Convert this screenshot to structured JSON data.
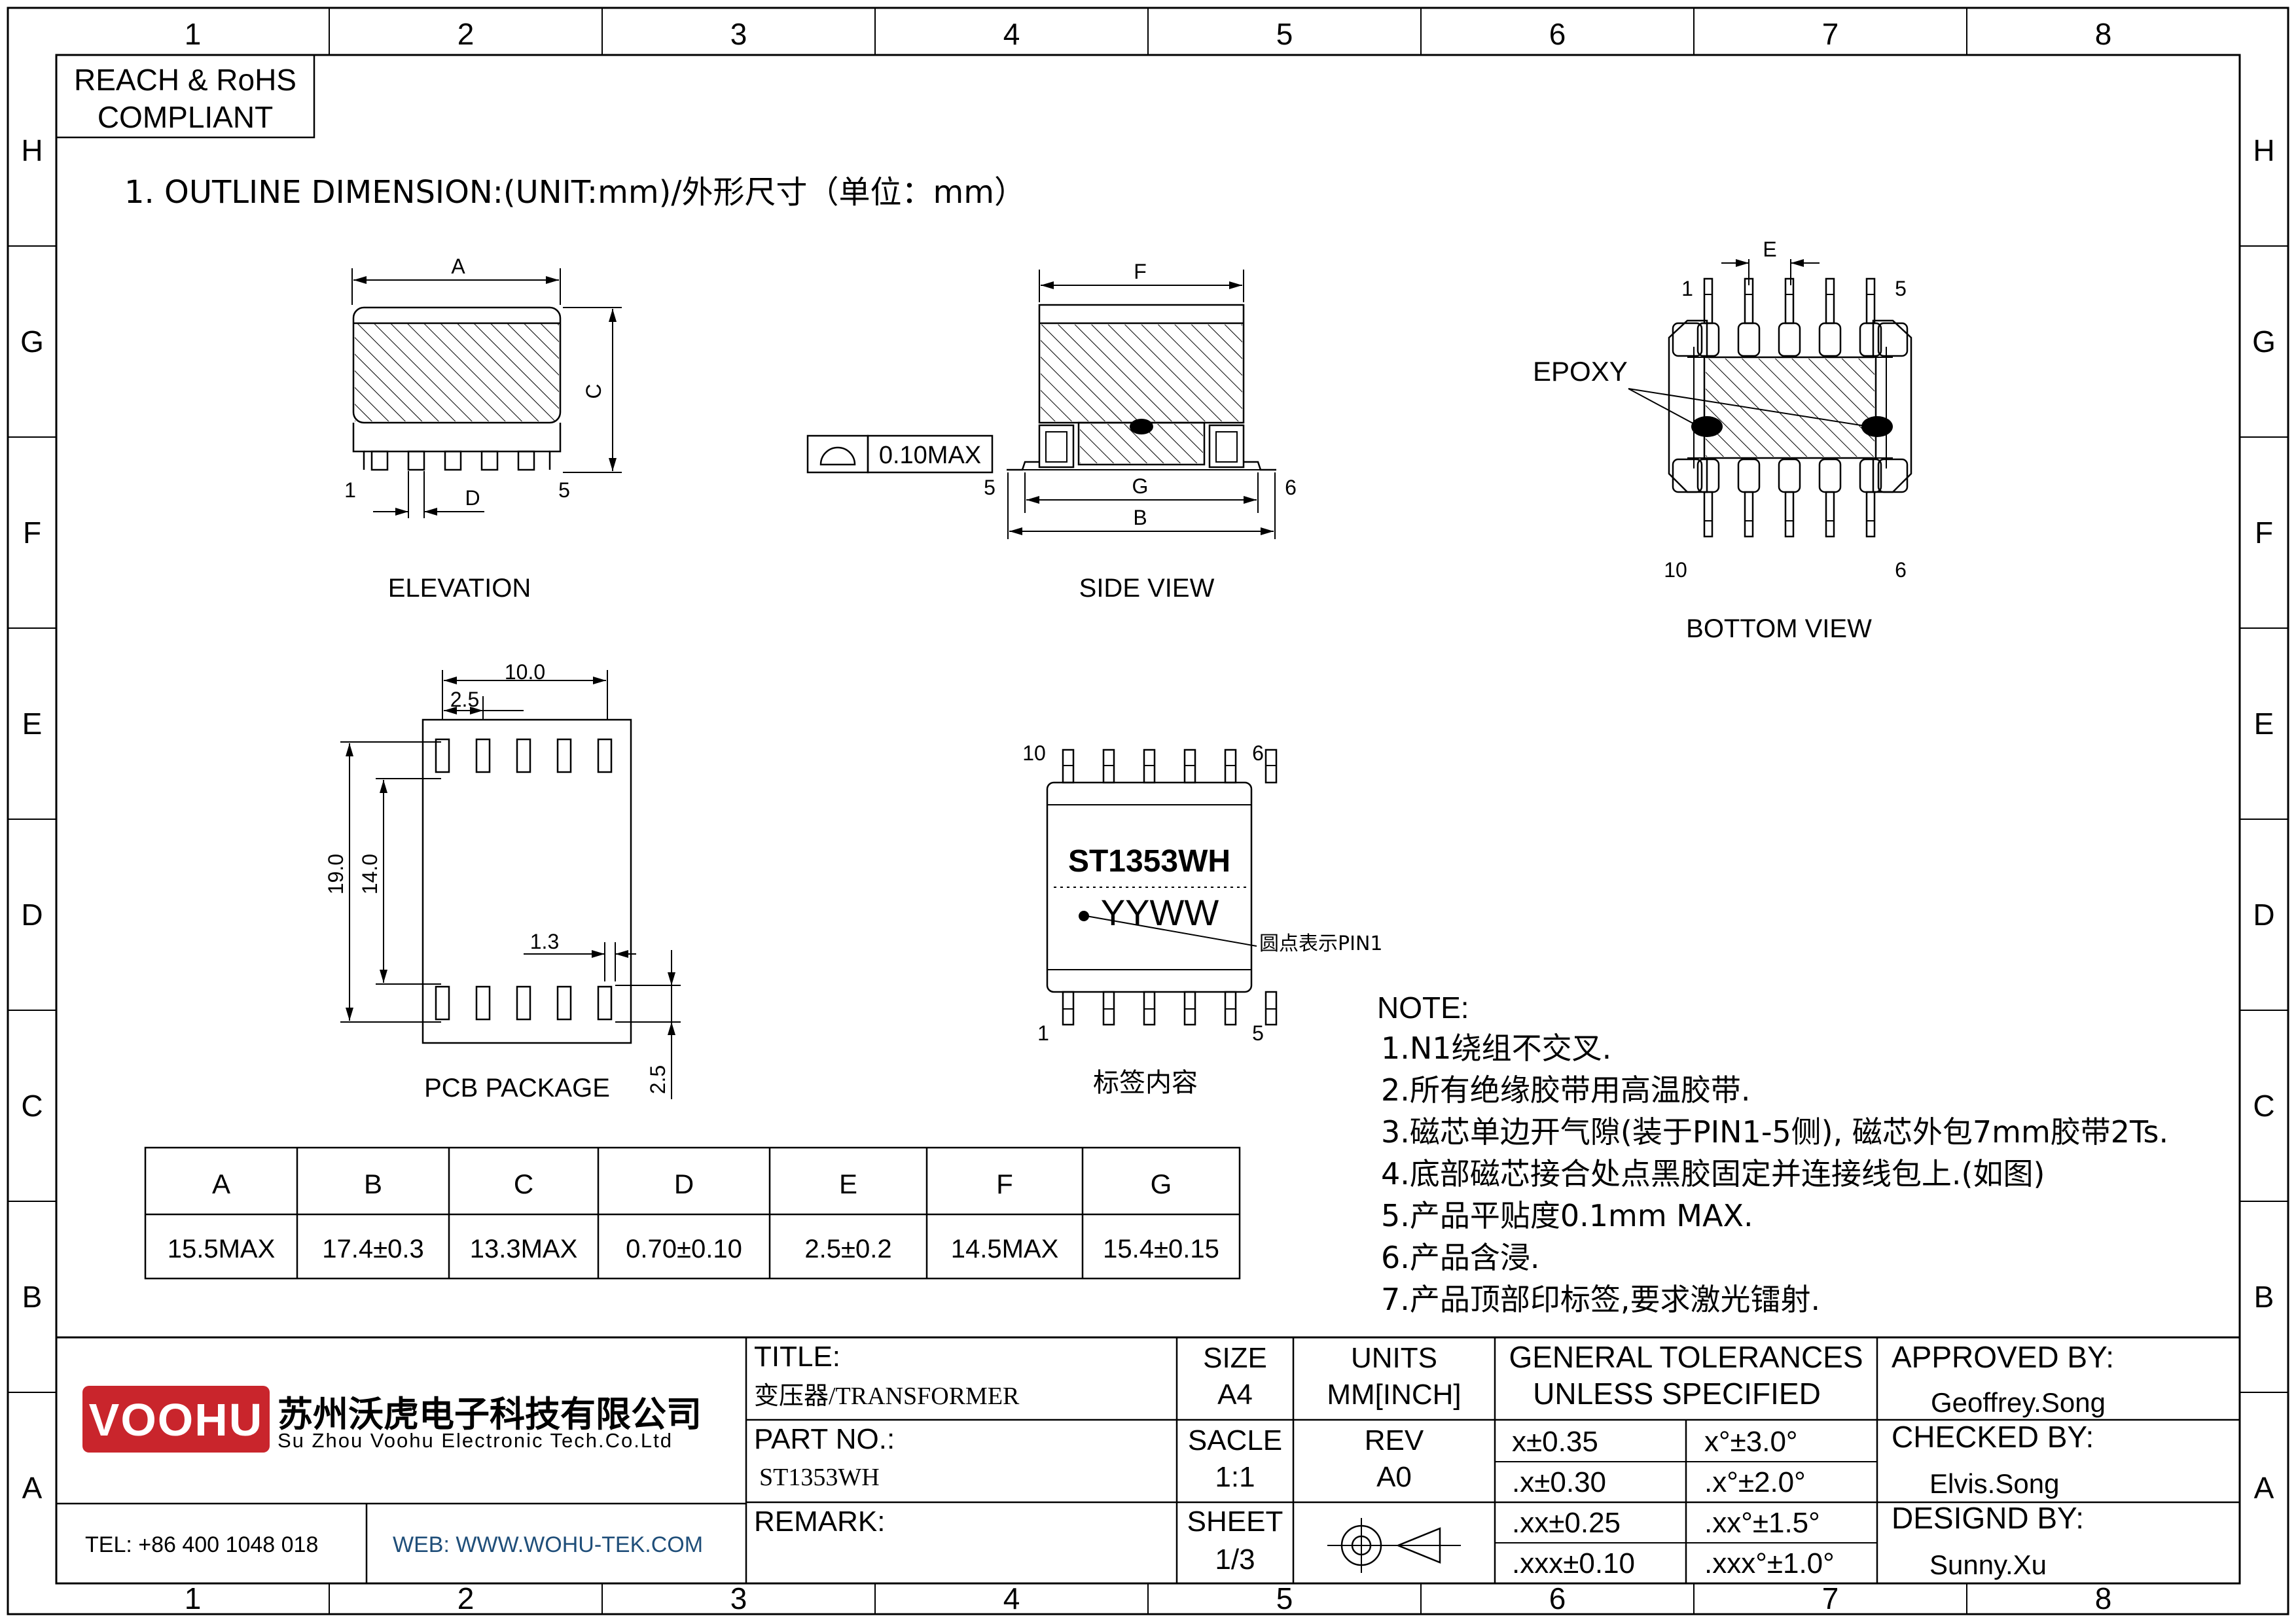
{
  "border": {
    "columns": [
      "1",
      "2",
      "3",
      "4",
      "5",
      "6",
      "7",
      "8"
    ],
    "rows": [
      "H",
      "G",
      "F",
      "E",
      "D",
      "C",
      "B",
      "A"
    ]
  },
  "compliance": {
    "line1": "REACH & RoHS",
    "line2": "COMPLIANT"
  },
  "section_title": "1. OUTLINE DIMENSION:(UNIT:mm)/外形尺寸（单位：mm）",
  "elevation": {
    "label_a": "A",
    "label_c": "C",
    "label_d": "D",
    "pin_left": "1",
    "pin_right": "5",
    "caption": "ELEVATION"
  },
  "side_view": {
    "label_f": "F",
    "label_g": "G",
    "label_b": "B",
    "flatness": "0.10MAX",
    "pin_left": "5",
    "pin_right": "6",
    "caption": "SIDE VIEW"
  },
  "bottom_view": {
    "label_e": "E",
    "epoxy": "EPOXY",
    "pin_tl": "1",
    "pin_tr": "5",
    "pin_bl": "10",
    "pin_br": "6",
    "caption": "BOTTOM VIEW"
  },
  "pcb": {
    "dim_10": "10.0",
    "dim_25_top": "2.5",
    "dim_19": "19.0",
    "dim_14": "14.0",
    "dim_13": "1.3",
    "dim_25_side": "2.5",
    "caption": "PCB PACKAGE"
  },
  "label_view": {
    "part": "ST1353WH",
    "date_code": "YYWW",
    "pin1_note": "圆点表示PIN1",
    "pin_tl": "10",
    "pin_tr": "6",
    "pin_bl": "1",
    "pin_br": "5",
    "caption": "标签内容"
  },
  "notes": {
    "heading": "NOTE:",
    "items": [
      "1.N1绕组不交叉.",
      "2.所有绝缘胶带用高温胶带.",
      "3.磁芯单边开气隙(装于PIN1-5侧), 磁芯外包7mm胶带2Ts.",
      "4.底部磁芯接合处点黑胶固定并连接线包上.(如图)",
      "5.产品平贴度0.1mm MAX.",
      "6.产品含浸.",
      "7.产品顶部印标签,要求激光镭射."
    ]
  },
  "dim_table": {
    "headers": [
      "A",
      "B",
      "C",
      "D",
      "E",
      "F",
      "G"
    ],
    "values": [
      "15.5MAX",
      "17.4±0.3",
      "13.3MAX",
      "0.70±0.10",
      "2.5±0.2",
      "14.5MAX",
      "15.4±0.15"
    ]
  },
  "title_block": {
    "logo": "VOOHU",
    "company_cn": "苏州沃虎电子科技有限公司",
    "company_en": "Su Zhou Voohu Electronic Tech.Co.Ltd",
    "tel": "TEL: +86 400 1048 018",
    "web": "WEB: WWW.WOHU-TEK.COM",
    "title_label": "TITLE:",
    "title_value": "变压器/TRANSFORMER",
    "part_label": "PART NO.:",
    "part_value": "ST1353WH",
    "remark_label": "REMARK:",
    "size_label": "SIZE",
    "size_value": "A4",
    "units_label": "UNITS",
    "units_value": "MM[INCH]",
    "scale_label": "SACLE",
    "scale_value": "1:1",
    "rev_label": "REV",
    "rev_value": "A0",
    "sheet_label": "SHEET",
    "sheet_value": "1/3",
    "tol_line1": "GENERAL TOLERANCES",
    "tol_line2": "UNLESS SPECIFIED",
    "tol": [
      [
        "x±0.35",
        "x°±3.0°"
      ],
      [
        ".x±0.30",
        ".x°±2.0°"
      ],
      [
        ".xx±0.25",
        ".xx°±1.5°"
      ],
      [
        ".xxx±0.10",
        ".xxx°±1.0°"
      ]
    ],
    "approved_label": "APPROVED BY:",
    "approved_value": "Geoffrey.Song",
    "checked_label": "CHECKED BY:",
    "checked_value": "Elvis.Song",
    "designed_label": "DESIGND BY:",
    "designed_value": "Sunny.Xu"
  },
  "colors": {
    "logo_red": "#c9252c",
    "web_blue": "#1f4e79",
    "line": "#000000"
  }
}
